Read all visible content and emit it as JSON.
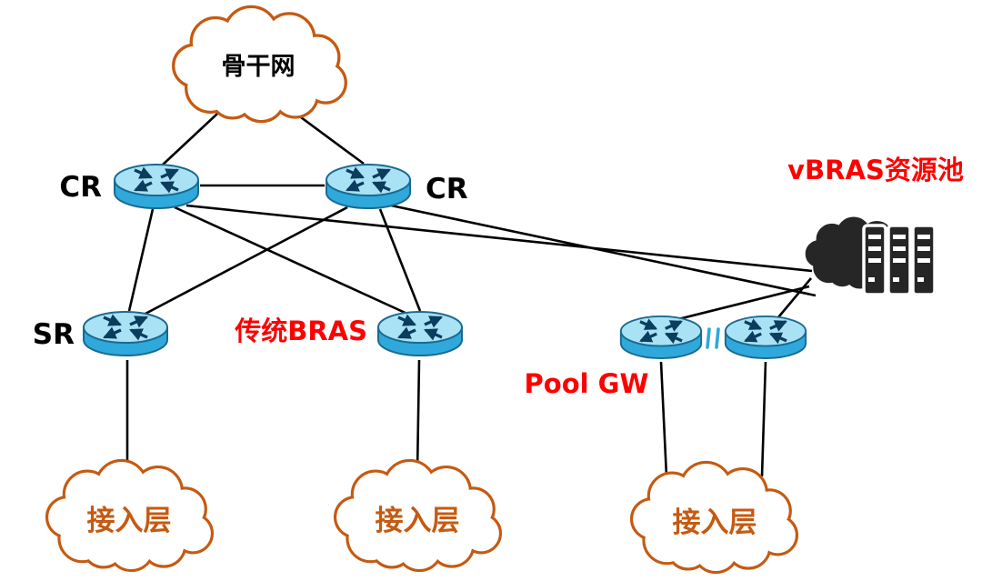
{
  "diagram": {
    "nodes": {
      "backbone": {
        "label": "骨干网"
      },
      "cr_left": {
        "label": "CR"
      },
      "cr_right": {
        "label": "CR"
      },
      "sr": {
        "label": "SR"
      },
      "legacy_bras": {
        "label": "传统BRAS"
      },
      "pool_gw": {
        "label": "Pool GW"
      },
      "vbras_pool": {
        "label": "vBRAS资源池"
      },
      "access_left": {
        "label": "接入层"
      },
      "access_middle": {
        "label": "接入层"
      },
      "access_right": {
        "label": "接入层"
      }
    },
    "colors": {
      "cloud_outline": "#C55A11",
      "access_label": "#C55A11",
      "red_label": "#FF0000",
      "black_label": "#000000",
      "line": "#000000",
      "router_top": "#A8E2F4",
      "router_body": "#2FA8DC",
      "dark_icon": "#262626"
    }
  }
}
